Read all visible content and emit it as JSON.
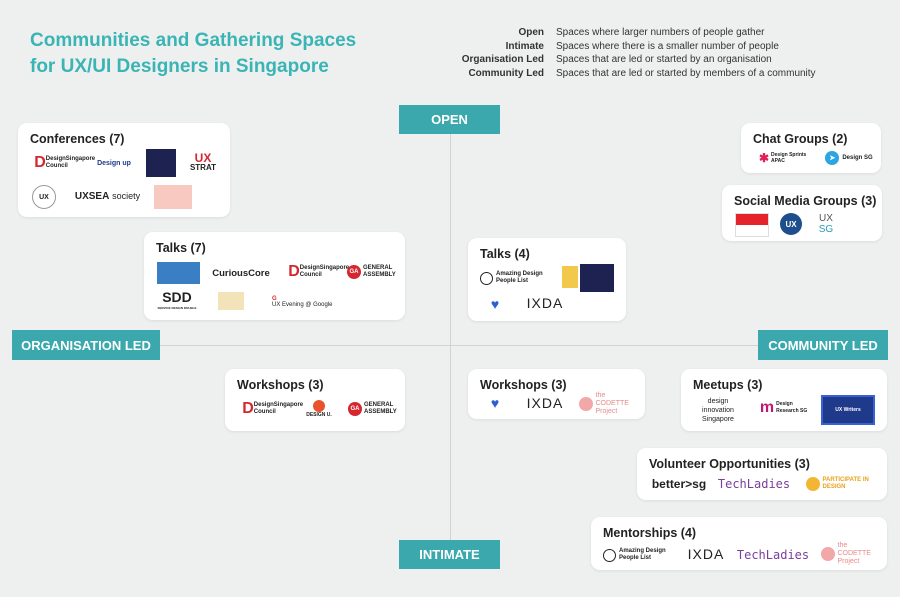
{
  "title_line1": "Communities and Gathering Spaces",
  "title_line2": "for UX/UI Designers in Singapore",
  "legend": [
    {
      "key": "Open",
      "desc": "Spaces where larger numbers of people gather"
    },
    {
      "key": "Intimate",
      "desc": "Spaces where there is a smaller number of people"
    },
    {
      "key": "Organisation Led",
      "desc": "Spaces that are led or started by an organisation"
    },
    {
      "key": "Community Led",
      "desc": "Spaces that are led or started by members of a community"
    }
  ],
  "axes": {
    "open": "OPEN",
    "intimate": "INTIMATE",
    "org": "ORGANISATION LED",
    "community": "COMMUNITY LED"
  },
  "cards": {
    "conferences": "Conferences (7)",
    "org_talks": "Talks (7)",
    "org_workshops": "Workshops (3)",
    "chat": "Chat Groups (2)",
    "social": "Social Media Groups (3)",
    "com_talks": "Talks (4)",
    "com_workshops": "Workshops (3)",
    "meetups": "Meetups (3)",
    "volunteer": "Volunteer Opportunities (3)",
    "mentorships": "Mentorships (4)"
  },
  "logos": {
    "dsc": "DesignSingapore Council",
    "designup": "Design up",
    "ux": "UX",
    "strat": "STRAT",
    "uxsea": "UXSEA",
    "society": "society",
    "curious": "CuriousCore",
    "ga": "GA",
    "general_assembly": "GENERAL ASSEMBLY",
    "sdd": "SDD",
    "sdd_sub": "SERVICE DESIGN DOUBLE",
    "g": "G",
    "ux_evening": "UX Evening @ Google",
    "design_u": "DESIGN U.",
    "design_sprints": "Design Sprints APAC",
    "design_sg": "Design SG",
    "sg": "SG",
    "amazing": "Amazing Design People List",
    "ixda": "IXDA",
    "codette": "the CODETTE Project",
    "design_innovation": "design innovation Singapore",
    "design_research": "Design Research SG",
    "ux_writers": "UX Writers",
    "bettersg": "better>sg",
    "techladies": "TechLadies",
    "participate": "PARTICIPATE IN DESIGN"
  }
}
